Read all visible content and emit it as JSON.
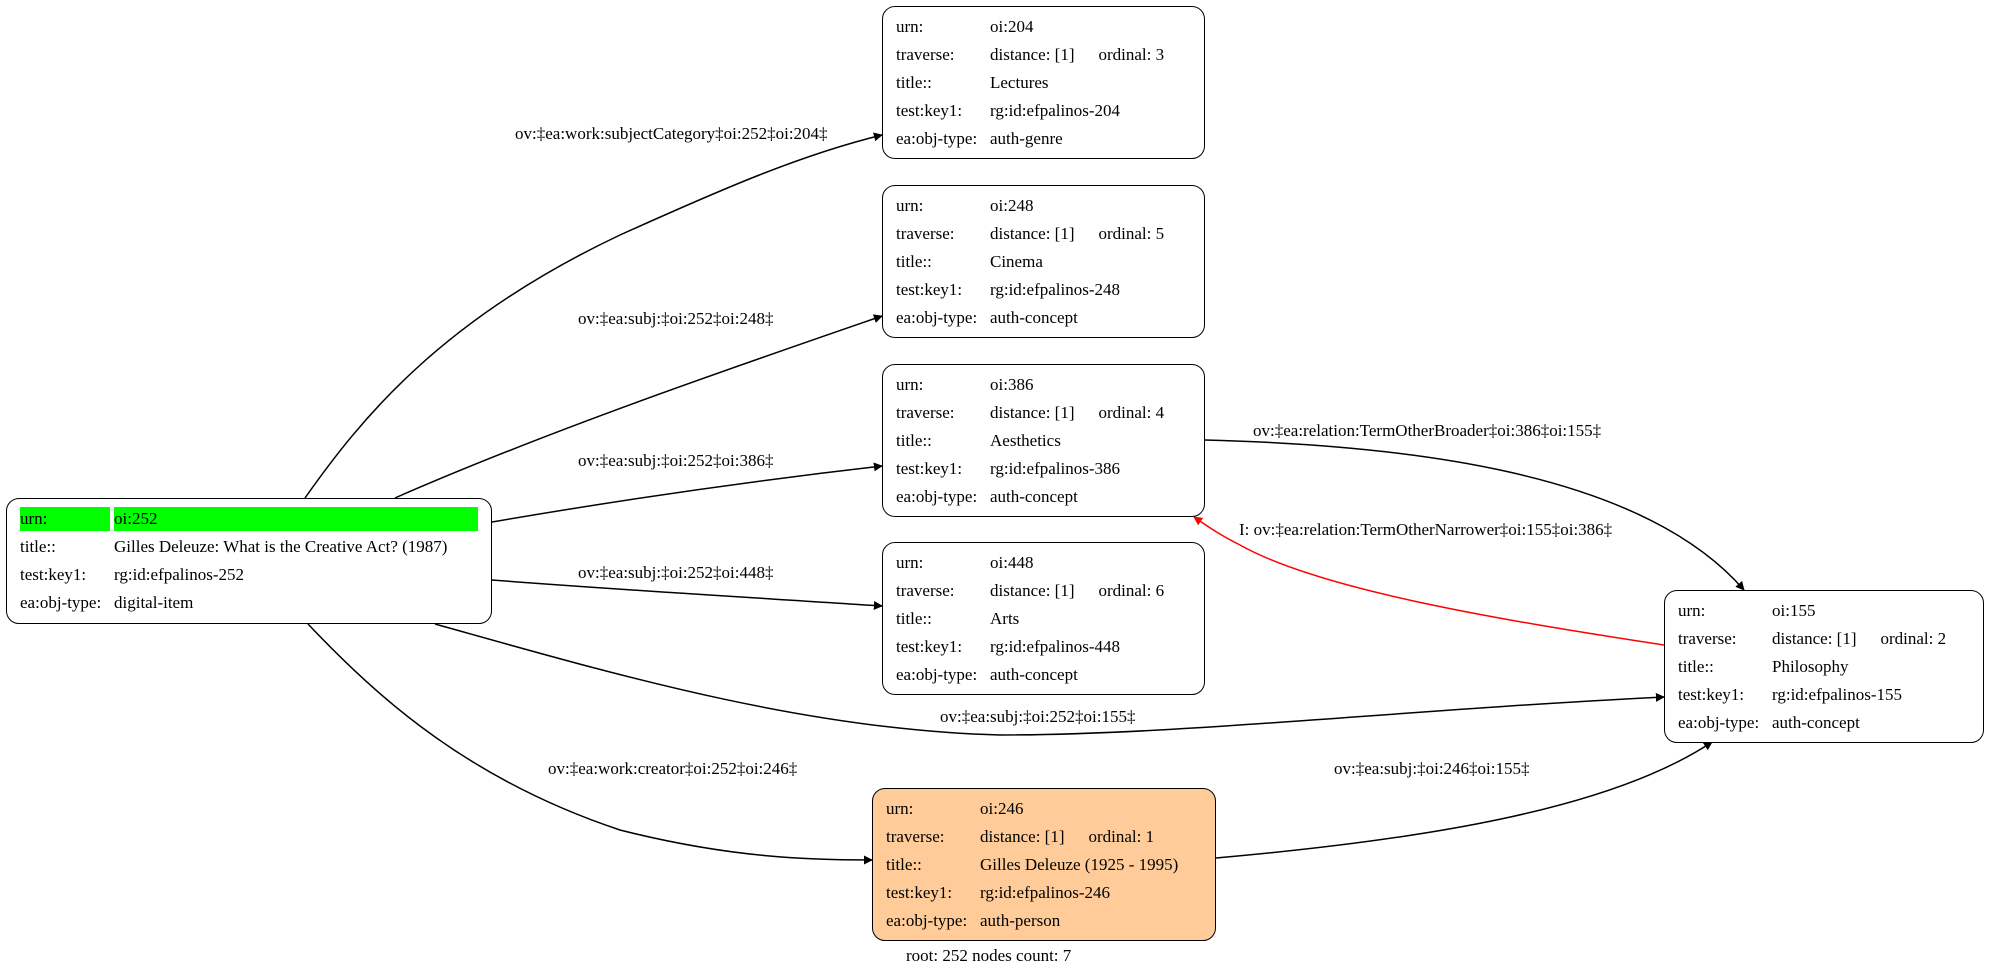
{
  "nodes": {
    "n252": {
      "urn_key": "urn:",
      "urn": "oi:252",
      "title_key": "title::",
      "title": "Gilles Deleuze: What is the Creative Act? (1987)",
      "testkey_key": "test:key1:",
      "testkey": "rg:id:efpalinos-252",
      "type_key": "ea:obj-type:",
      "type": "digital-item"
    },
    "n204": {
      "urn_key": "urn:",
      "urn": "oi:204",
      "trav_key": "traverse:",
      "distance": "distance: [1]",
      "ordinal": "ordinal: 3",
      "title_key": "title::",
      "title": "Lectures",
      "testkey_key": "test:key1:",
      "testkey": "rg:id:efpalinos-204",
      "type_key": "ea:obj-type:",
      "type": "auth-genre"
    },
    "n248": {
      "urn_key": "urn:",
      "urn": "oi:248",
      "trav_key": "traverse:",
      "distance": "distance: [1]",
      "ordinal": "ordinal: 5",
      "title_key": "title::",
      "title": "Cinema",
      "testkey_key": "test:key1:",
      "testkey": "rg:id:efpalinos-248",
      "type_key": "ea:obj-type:",
      "type": "auth-concept"
    },
    "n386": {
      "urn_key": "urn:",
      "urn": "oi:386",
      "trav_key": "traverse:",
      "distance": "distance: [1]",
      "ordinal": "ordinal: 4",
      "title_key": "title::",
      "title": "Aesthetics",
      "testkey_key": "test:key1:",
      "testkey": "rg:id:efpalinos-386",
      "type_key": "ea:obj-type:",
      "type": "auth-concept"
    },
    "n448": {
      "urn_key": "urn:",
      "urn": "oi:448",
      "trav_key": "traverse:",
      "distance": "distance: [1]",
      "ordinal": "ordinal: 6",
      "title_key": "title::",
      "title": "Arts",
      "testkey_key": "test:key1:",
      "testkey": "rg:id:efpalinos-448",
      "type_key": "ea:obj-type:",
      "type": "auth-concept"
    },
    "n155": {
      "urn_key": "urn:",
      "urn": "oi:155",
      "trav_key": "traverse:",
      "distance": "distance: [1]",
      "ordinal": "ordinal: 2",
      "title_key": "title::",
      "title": "Philosophy",
      "testkey_key": "test:key1:",
      "testkey": "rg:id:efpalinos-155",
      "type_key": "ea:obj-type:",
      "type": "auth-concept"
    },
    "n246": {
      "urn_key": "urn:",
      "urn": "oi:246",
      "trav_key": "traverse:",
      "distance": "distance: [1]",
      "ordinal": "ordinal: 1",
      "title_key": "title::",
      "title": "Gilles Deleuze (1925 -  1995)",
      "testkey_key": "test:key1:",
      "testkey": "rg:id:efpalinos-246",
      "type_key": "ea:obj-type:",
      "type": "auth-person"
    }
  },
  "edges": {
    "e204": "ov:‡ea:work:subjectCategory‡oi:252‡oi:204‡",
    "e248": "ov:‡ea:subj:‡oi:252‡oi:248‡",
    "e386": "ov:‡ea:subj:‡oi:252‡oi:386‡",
    "e448": "ov:‡ea:subj:‡oi:252‡oi:448‡",
    "e155": "ov:‡ea:subj:‡oi:252‡oi:155‡",
    "e246": "ov:‡ea:work:creator‡oi:252‡oi:246‡",
    "e386_155": "ov:‡ea:relation:TermOtherBroader‡oi:386‡oi:155‡",
    "e155_386": "I: ov:‡ea:relation:TermOtherNarrower‡oi:155‡oi:386‡",
    "e246_155": "ov:‡ea:subj:‡oi:246‡oi:155‡"
  },
  "colors": {
    "highlight": "#00ff00",
    "person_fill": "#ffcc99",
    "inverse_edge": "#ff0000"
  },
  "footer": "root: 252 nodes count: 7"
}
